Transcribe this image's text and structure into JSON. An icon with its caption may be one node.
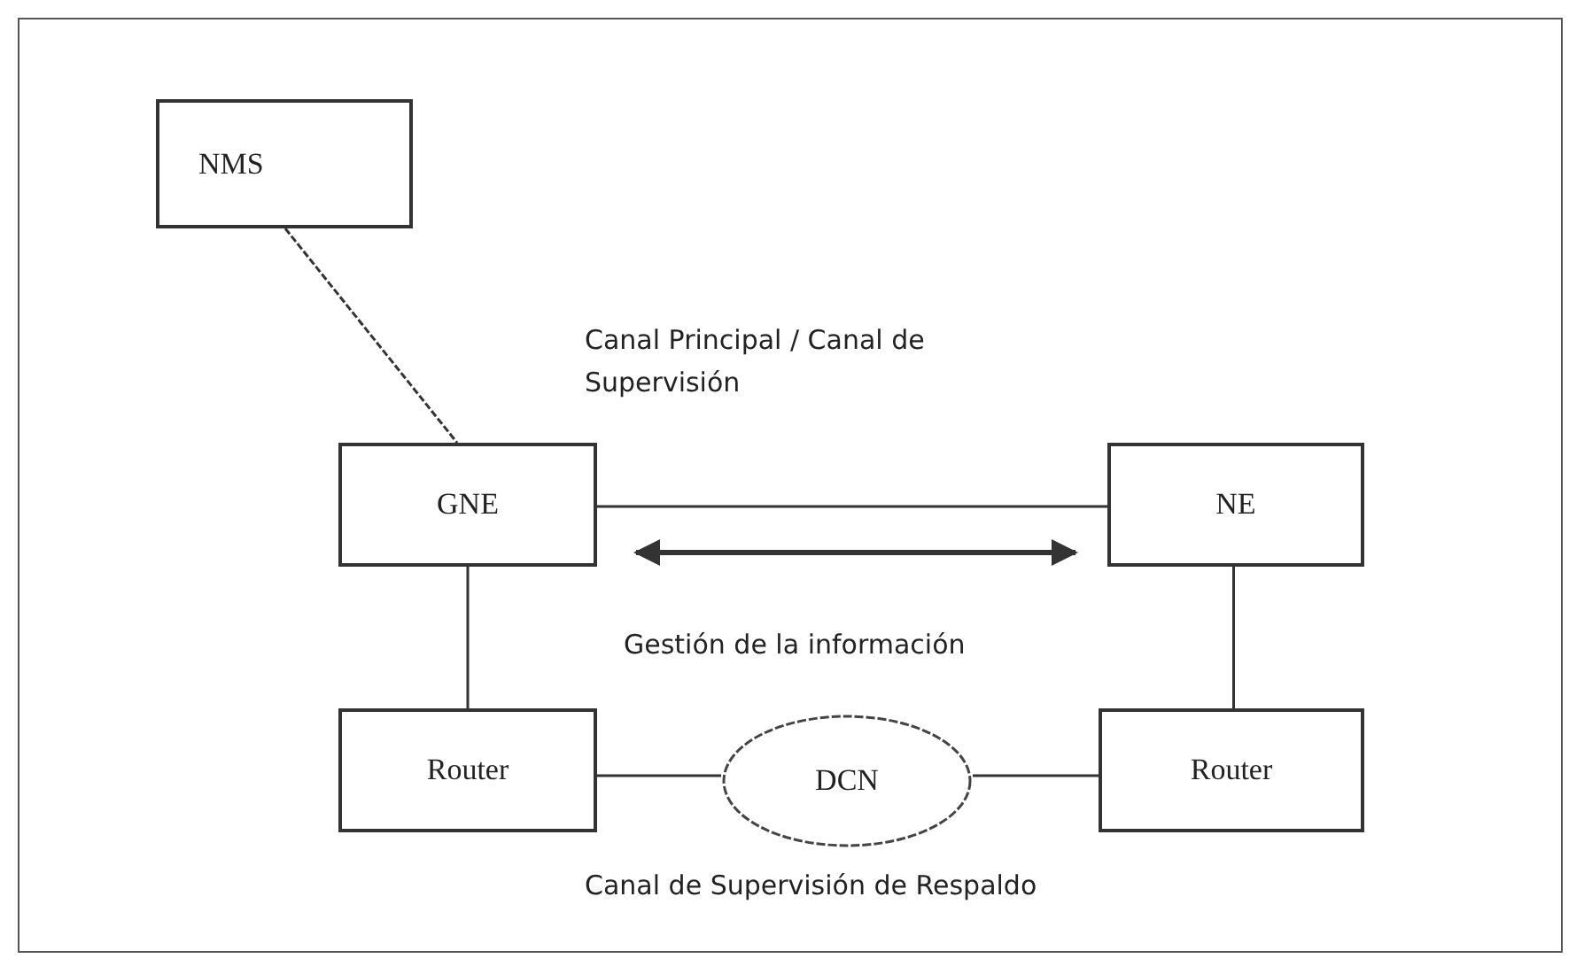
{
  "diagram": {
    "nodes": [
      {
        "text": [
          "NMS"
        ]
      },
      {
        "text": [
          "GNE"
        ]
      },
      {
        "text": [
          "NE"
        ]
      },
      {
        "text": [
          "Router"
        ]
      },
      {
        "text": [
          "DCN"
        ]
      },
      {
        "text": [
          "Router"
        ]
      }
    ],
    "edges": [
      {
        "from": 0,
        "to": 1,
        "arrow": "none",
        "style": "dashed"
      },
      {
        "from": 1,
        "to": 2,
        "arrow": "none"
      },
      {
        "from": 1,
        "to": 2,
        "arrow": "both",
        "style": "thick"
      },
      {
        "from": 1,
        "to": 3,
        "arrow": "none"
      },
      {
        "from": 2,
        "to": 5,
        "arrow": "none"
      },
      {
        "from": 3,
        "to": 4,
        "arrow": "none"
      },
      {
        "from": 4,
        "to": 5,
        "arrow": "none"
      }
    ],
    "labels": [
      "Canal Principal / Canal de Supervisión",
      "Gestión de la información",
      "Canal de Supervisión de Respaldo"
    ]
  }
}
